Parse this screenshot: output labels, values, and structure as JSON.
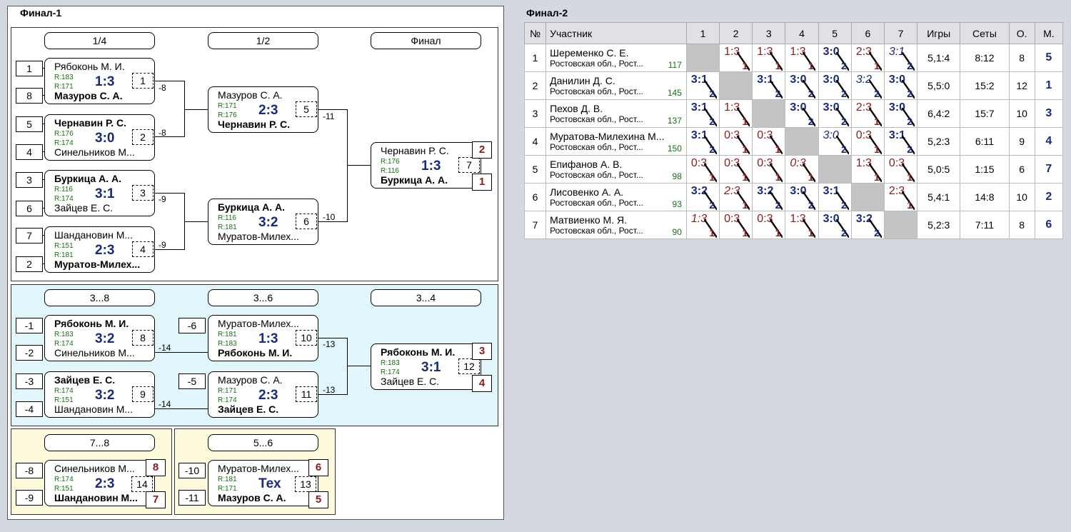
{
  "final1_title": "Финал-1",
  "final2_title": "Финал-2",
  "bracket": {
    "main": {
      "rounds": [
        "1/4",
        "1/2",
        "Финал"
      ],
      "seeds": [
        "1",
        "8",
        "5",
        "4",
        "3",
        "6",
        "7",
        "2"
      ],
      "losers": [
        "-8",
        "-8",
        "-9",
        "-9",
        "-11",
        "-10"
      ],
      "places": [
        "2",
        "1"
      ],
      "matches": [
        {
          "p1": "Рябоконь М. И.",
          "r1": "R:183",
          "p2": "Мазуров С. А.",
          "r2": "R:171",
          "score": "1:3",
          "num": "1"
        },
        {
          "p1": "Чернавин Р. С.",
          "r1": "R:176",
          "p2": "Синельников М...",
          "r2": "R:174",
          "score": "3:0",
          "num": "2"
        },
        {
          "p1": "Буркица А. А.",
          "r1": "R:116",
          "p2": "Зайцев Е. С.",
          "r2": "R:174",
          "score": "3:1",
          "num": "3"
        },
        {
          "p1": "Шандановин М...",
          "r1": "R:151",
          "p2": "Муратов-Милех...",
          "r2": "R:181",
          "score": "2:3",
          "num": "4"
        },
        {
          "p1": "Мазуров С. А.",
          "r1": "R:171",
          "p2": "Чернавин Р. С.",
          "r2": "R:176",
          "score": "2:3",
          "num": "5"
        },
        {
          "p1": "Буркица А. А.",
          "r1": "R:116",
          "p2": "Муратов-Милех...",
          "r2": "R:181",
          "score": "3:2",
          "num": "6"
        },
        {
          "p1": "Чернавин Р. С.",
          "r1": "R:176",
          "p2": "Буркица А. А.",
          "r2": "R:116",
          "score": "1:3",
          "num": "7"
        }
      ]
    },
    "cons": {
      "rounds": [
        "3...8",
        "3...6",
        "3...4"
      ],
      "seeds": [
        "-1",
        "-2",
        "-3",
        "-4",
        "-6",
        "-5"
      ],
      "losers": [
        "-14",
        "-14",
        "-13",
        "-13"
      ],
      "places": [
        "3",
        "4"
      ],
      "matches": [
        {
          "p1": "Рябоконь М. И.",
          "r1": "R:183",
          "p2": "Синельников М...",
          "r2": "R:174",
          "score": "3:2",
          "num": "8"
        },
        {
          "p1": "Зайцев Е. С.",
          "r1": "R:174",
          "p2": "Шандановин М...",
          "r2": "R:151",
          "score": "3:2",
          "num": "9"
        },
        {
          "p1": "Муратов-Милех...",
          "r1": "R:181",
          "p2": "Рябоконь М. И.",
          "r2": "R:183",
          "score": "1:3",
          "num": "10"
        },
        {
          "p1": "Мазуров С. А.",
          "r1": "R:171",
          "p2": "Зайцев Е. С.",
          "r2": "R:174",
          "score": "2:3",
          "num": "11"
        },
        {
          "p1": "Рябоконь М. И.",
          "r1": "R:183",
          "p2": "Зайцев Е. С.",
          "r2": "R:174",
          "score": "3:1",
          "num": "12"
        }
      ]
    },
    "p78": {
      "round": "7...8",
      "seeds": [
        "-8",
        "-9"
      ],
      "places": [
        "8",
        "7"
      ],
      "match": {
        "p1": "Синельников М...",
        "r1": "R:174",
        "p2": "Шандановин М...",
        "r2": "R:151",
        "score": "2:3",
        "num": "14"
      }
    },
    "p56": {
      "round": "5...6",
      "seeds": [
        "-10",
        "-11"
      ],
      "places": [
        "6",
        "5"
      ],
      "match": {
        "p1": "Муратов-Милех...",
        "r1": "R:181",
        "p2": "Мазуров С. А.",
        "r2": "R:171",
        "score": "Тех",
        "num": "13"
      }
    }
  },
  "table": {
    "headers": [
      "№",
      "Участник",
      "1",
      "2",
      "3",
      "4",
      "5",
      "6",
      "7",
      "Игры",
      "Сеты",
      "О.",
      "М."
    ],
    "rows": [
      {
        "n": "1",
        "name": "Шеременко С. Е.",
        "region": "Ростовская обл., Рост...",
        "rating": "117",
        "games": "5,1:4",
        "sets": "8:12",
        "pts": "8",
        "place": "5",
        "cells": [
          null,
          {
            "s": "1:3",
            "p": "1",
            "w": false
          },
          {
            "s": "1:3",
            "p": "1",
            "w": false
          },
          {
            "s": "1:3",
            "p": "1",
            "w": false
          },
          {
            "s": "3:0",
            "p": "2",
            "w": true
          },
          {
            "s": "2:3",
            "p": "1",
            "w": false
          },
          {
            "s": "3:1",
            "p": "2",
            "w": true,
            "i": true
          }
        ]
      },
      {
        "n": "2",
        "name": "Данилин Д. С.",
        "region": "Ростовская обл., Рост...",
        "rating": "145",
        "games": "5,5:0",
        "sets": "15:2",
        "pts": "12",
        "place": "1",
        "cells": [
          {
            "s": "3:1",
            "p": "2",
            "w": true
          },
          null,
          {
            "s": "3:1",
            "p": "2",
            "w": true
          },
          {
            "s": "3:0",
            "p": "2",
            "w": true
          },
          {
            "s": "3:0",
            "p": "2",
            "w": true
          },
          {
            "s": "3:2",
            "p": "2",
            "w": true,
            "i": true
          },
          {
            "s": "3:0",
            "p": "2",
            "w": true
          }
        ]
      },
      {
        "n": "3",
        "name": "Пехов Д. В.",
        "region": "Ростовская обл., Рост...",
        "rating": "137",
        "games": "6,4:2",
        "sets": "15:7",
        "pts": "10",
        "place": "3",
        "cells": [
          {
            "s": "3:1",
            "p": "2",
            "w": true
          },
          {
            "s": "1:3",
            "p": "1",
            "w": false
          },
          null,
          {
            "s": "3:0",
            "p": "2",
            "w": true
          },
          {
            "s": "3:0",
            "p": "2",
            "w": true
          },
          {
            "s": "2:3",
            "p": "1",
            "w": false
          },
          {
            "s": "3:0",
            "p": "2",
            "w": true
          }
        ]
      },
      {
        "n": "4",
        "name": "Муратова-Милехина М...",
        "region": "Ростовская обл., Рост...",
        "rating": "150",
        "games": "5,2:3",
        "sets": "6:11",
        "pts": "9",
        "place": "4",
        "cells": [
          {
            "s": "3:1",
            "p": "2",
            "w": true
          },
          {
            "s": "0:3",
            "p": "1",
            "w": false
          },
          {
            "s": "0:3",
            "p": "1",
            "w": false
          },
          null,
          {
            "s": "3:0",
            "p": "2",
            "w": true,
            "i": true
          },
          {
            "s": "0:3",
            "p": "1",
            "w": false
          },
          {
            "s": "3:1",
            "p": "2",
            "w": true
          }
        ]
      },
      {
        "n": "5",
        "name": "Епифанов А. В.",
        "region": "Ростовская обл., Рост...",
        "rating": "98",
        "games": "5,0:5",
        "sets": "1:15",
        "pts": "6",
        "place": "7",
        "cells": [
          {
            "s": "0:3",
            "p": "1",
            "w": false
          },
          {
            "s": "0:3",
            "p": "1",
            "w": false
          },
          {
            "s": "0:3",
            "p": "1",
            "w": false
          },
          {
            "s": "0:3",
            "p": "1",
            "w": false,
            "i": true
          },
          null,
          {
            "s": "1:3",
            "p": "1",
            "w": false
          },
          {
            "s": "0:3",
            "p": "1",
            "w": false
          }
        ]
      },
      {
        "n": "6",
        "name": "Лисовенко А. А.",
        "region": "Ростовская обл., Рост...",
        "rating": "93",
        "games": "5,4:1",
        "sets": "14:8",
        "pts": "10",
        "place": "2",
        "cells": [
          {
            "s": "3:2",
            "p": "2",
            "w": true
          },
          {
            "s": "2:3",
            "p": "1",
            "w": false,
            "i": true
          },
          {
            "s": "3:2",
            "p": "2",
            "w": true
          },
          {
            "s": "3:0",
            "p": "2",
            "w": true
          },
          {
            "s": "3:1",
            "p": "2",
            "w": true
          },
          null,
          {
            "s": "2:3",
            "p": "1",
            "w": false
          }
        ]
      },
      {
        "n": "7",
        "name": "Матвиенко М. Я.",
        "region": "Ростовская обл., Рост...",
        "rating": "90",
        "games": "5,2:3",
        "sets": "7:11",
        "pts": "8",
        "place": "6",
        "cells": [
          {
            "s": "1:3",
            "p": "1",
            "w": false,
            "i": true
          },
          {
            "s": "0:3",
            "p": "1",
            "w": false
          },
          {
            "s": "0:3",
            "p": "1",
            "w": false
          },
          {
            "s": "1:3",
            "p": "1",
            "w": false
          },
          {
            "s": "3:0",
            "p": "2",
            "w": true
          },
          {
            "s": "3:2",
            "p": "2",
            "w": true
          },
          null
        ]
      }
    ]
  }
}
